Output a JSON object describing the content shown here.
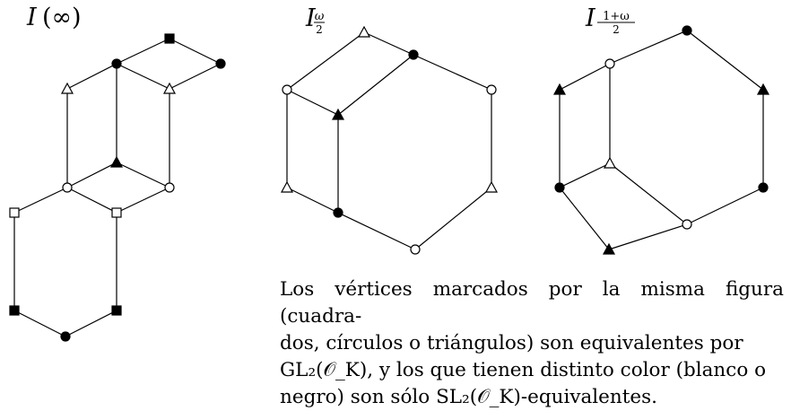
{
  "figures": [
    {
      "id": "inf",
      "label_main": "I",
      "label_arg": "(∞)"
    },
    {
      "id": "w2",
      "label_main": "I",
      "label_sub_num": "ω",
      "label_sub_den": "2"
    },
    {
      "id": "w12",
      "label_main": "I",
      "label_sub_num": "1+ω",
      "label_sub_den": "2"
    }
  ],
  "caption": {
    "line1": "Los vértices marcados por la misma figura (cuadra-",
    "line2": "dos, círculos o triángulos) son equivalentes por",
    "line3_math": "GL₂(𝒪_K)",
    "line3_text": ", y los que tienen distinto color (blanco o",
    "line4_text1": "negro) son sólo ",
    "line4_math": "SL₂(𝒪_K)",
    "line4_text2": "-equivalentes."
  }
}
